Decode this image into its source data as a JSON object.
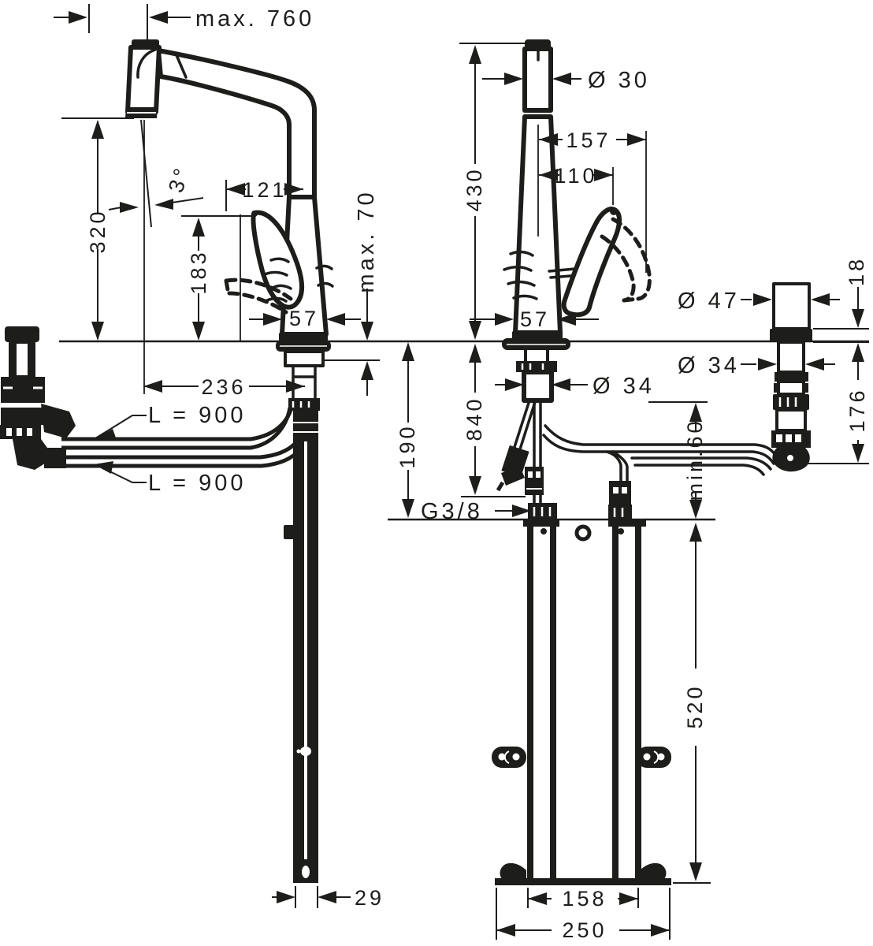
{
  "drawing": {
    "ink_color": "#1d1d1b",
    "background_color": "#ffffff",
    "views": {
      "side_view": {
        "dimensions": {
          "pullout_max": "max. 760",
          "spray_angle": "3°",
          "spout_height": "320",
          "handle_offset": "121",
          "handle_height": "183",
          "counter_thickness_max": "max. 70",
          "body_width": "57",
          "spout_reach": "236",
          "hose_length_top": "L = 900",
          "hose_length_bottom": "L = 900",
          "bar_width": "29",
          "depth_below_counter": "190"
        }
      },
      "front_view": {
        "dimensions": {
          "total_height": "430",
          "spout_diameter": "Ø 30",
          "handle_swing_max": "157",
          "handle_swing": "110",
          "body_width": "57",
          "shank_diameter": "Ø 34",
          "hose_length_below": "840",
          "thread": "G3/8",
          "clearance_min": "min.60"
        }
      },
      "fitting": {
        "dimensions": {
          "outer_diameter": "Ø 47",
          "inner_diameter": "Ø 34",
          "cap_height": "18",
          "body_length": "176"
        }
      },
      "sbox": {
        "dimensions": {
          "box_height": "520",
          "inner_width": "158",
          "outer_width": "250"
        }
      }
    }
  }
}
